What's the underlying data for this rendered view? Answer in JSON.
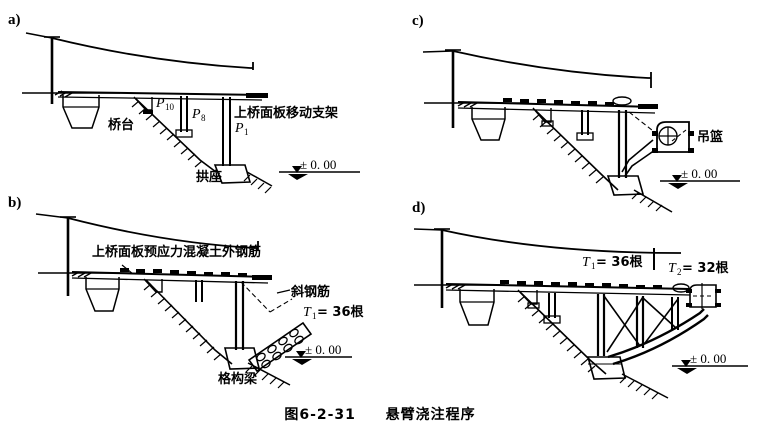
{
  "figure": {
    "caption_number": "图6-2-31",
    "caption_title": "悬臂浇注程序",
    "background_color": "#ffffff",
    "ink_color": "#000000"
  },
  "panels": [
    {
      "letter": "a)",
      "name": "panel-a",
      "labels": [
        {
          "id": "abutment",
          "text": "桥台"
        },
        {
          "id": "load-p10",
          "text": "P",
          "sub": "10"
        },
        {
          "id": "load-p8",
          "text": "P",
          "sub": "8"
        },
        {
          "id": "load-p1",
          "text": "P",
          "sub": "1"
        },
        {
          "id": "moving-gantry",
          "text": "上桥面板移动支架"
        },
        {
          "id": "arch-seat",
          "text": "拱座"
        },
        {
          "id": "datum",
          "text": "± 0. 00"
        }
      ]
    },
    {
      "letter": "b)",
      "name": "panel-b",
      "labels": [
        {
          "id": "prestressed-rebar",
          "text": "上桥面板预应力混凝土外钢筋"
        },
        {
          "id": "inclined-rebar",
          "text": "斜钢筋"
        },
        {
          "id": "tendon-t1",
          "text": "T",
          "sub": "1",
          "value": "= 36根"
        },
        {
          "id": "lattice-girder",
          "text": "格构梁"
        },
        {
          "id": "datum",
          "text": "± 0. 00"
        }
      ]
    },
    {
      "letter": "c)",
      "name": "panel-c",
      "labels": [
        {
          "id": "form-traveler",
          "text": "吊篮"
        },
        {
          "id": "datum",
          "text": "± 0. 00"
        }
      ]
    },
    {
      "letter": "d)",
      "name": "panel-d",
      "labels": [
        {
          "id": "tendon-t1",
          "text": "T",
          "sub": "1",
          "value": "= 36根"
        },
        {
          "id": "tendon-t2",
          "text": "T",
          "sub": "2",
          "value": "= 32根"
        },
        {
          "id": "datum",
          "text": "± 0. 00"
        }
      ]
    }
  ]
}
